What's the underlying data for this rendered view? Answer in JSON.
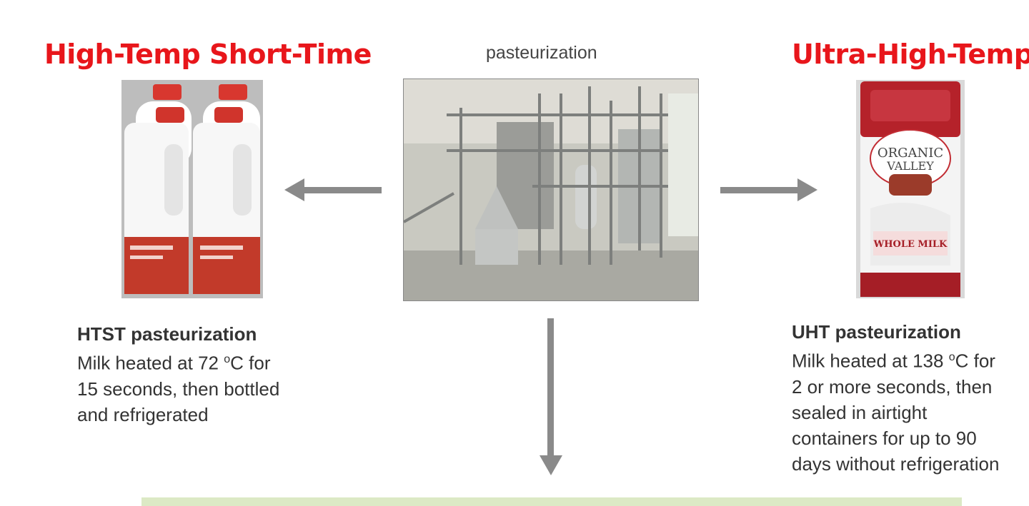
{
  "htst": {
    "title": "High-Temp Short-Time",
    "heading": "HTST pasteurization",
    "line1_prefix": "Milk heated at 72 ",
    "degree": "o",
    "line1_suffix": "C for",
    "line2": "15 seconds, then bottled",
    "line3": "and refrigerated"
  },
  "center": {
    "label": "pasteurization"
  },
  "uht": {
    "title": "Ultra-High-Temp",
    "heading": "UHT pasteurization",
    "line1_prefix": "Milk heated at 138 ",
    "degree": "o",
    "line1_suffix": "C for",
    "line2": "2 or more seconds, then",
    "line3": "sealed in airtight",
    "line4": "containers for up to 90",
    "line5": "days without refrigeration"
  },
  "carton": {
    "brand_line1": "ORGANIC",
    "brand_line2": "VALLEY",
    "product": "WHOLE MILK"
  },
  "colors": {
    "title_red": "#e8161b",
    "arrow_gray": "#8a8a8a",
    "bottom_bar": "#dce9c5"
  }
}
